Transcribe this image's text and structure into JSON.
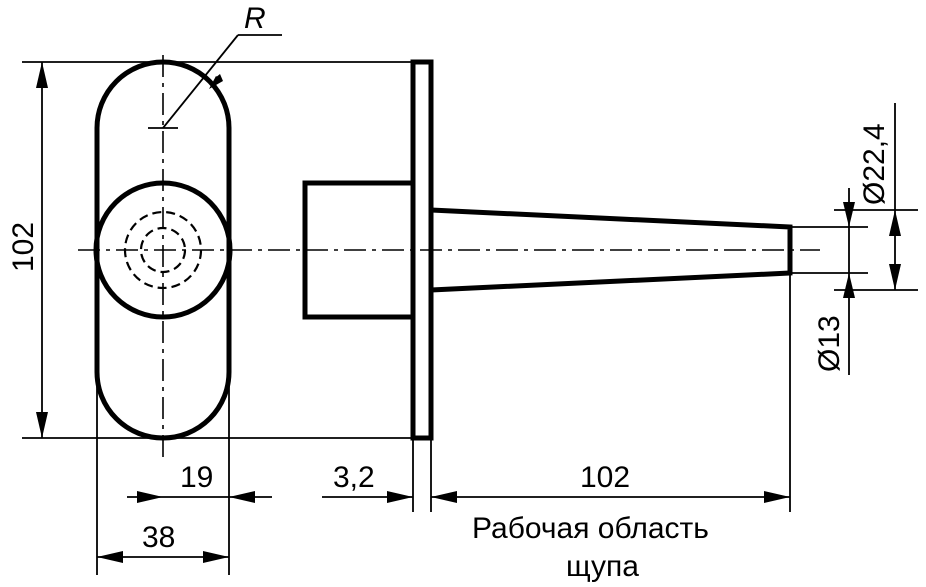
{
  "labels": {
    "radius": "R",
    "height_left": "102",
    "half_width": "19",
    "full_width": "38",
    "flange_thickness": "3,2",
    "probe_length": "102",
    "probe_tip_diameter": "Ø13",
    "probe_base_diameter": "Ø22,4",
    "work_area_line1": "Рабочая область",
    "work_area_line2": "щупа"
  }
}
